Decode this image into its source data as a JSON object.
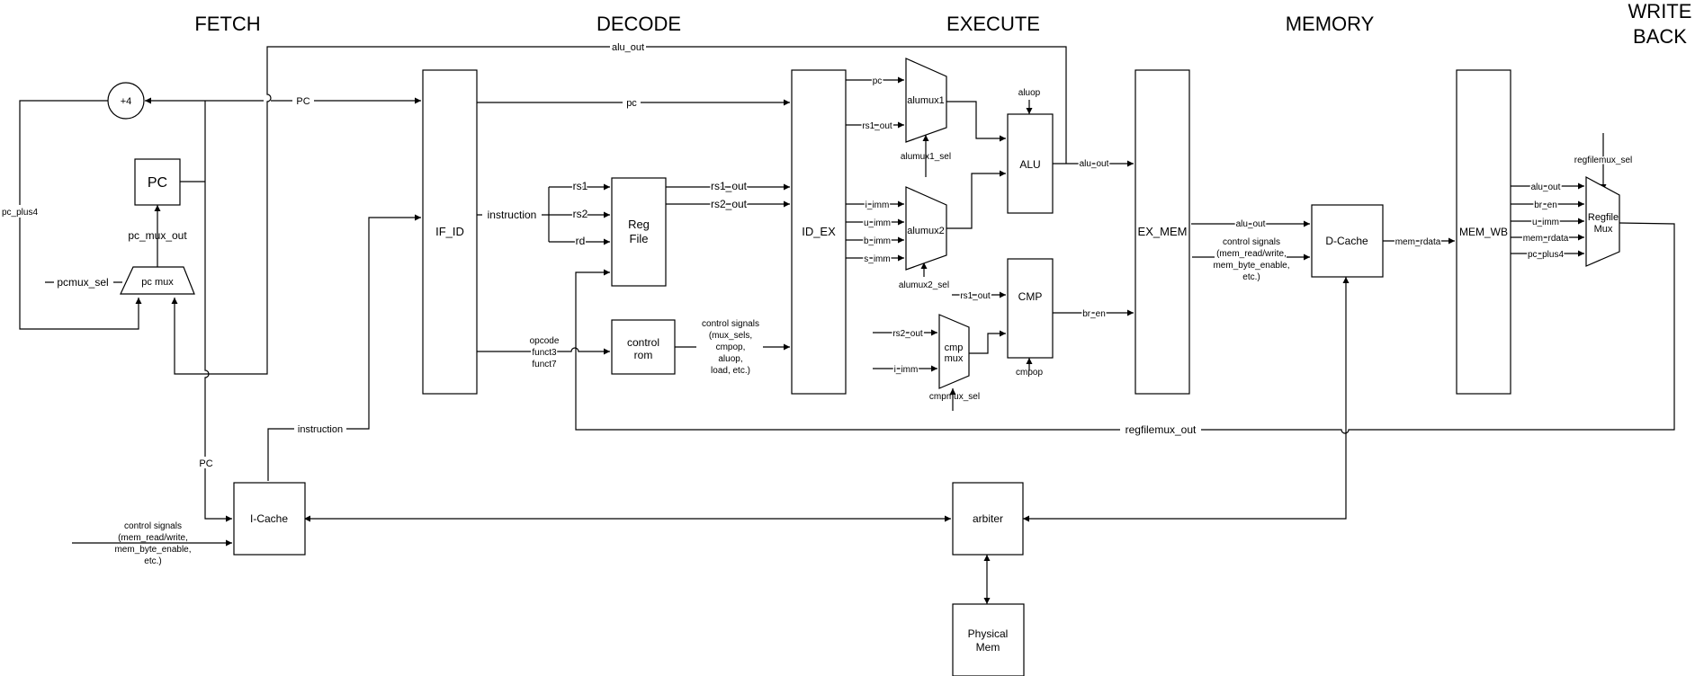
{
  "stages": {
    "fetch": "FETCH",
    "decode": "DECODE",
    "execute": "EXECUTE",
    "memory": "MEMORY",
    "writeback": [
      "WRITE",
      "BACK"
    ]
  },
  "blocks": {
    "adder": "+4",
    "pc": "PC",
    "pc_mux": "pc mux",
    "if_id": "IF_ID",
    "reg_file": [
      "Reg",
      "File"
    ],
    "control_rom": [
      "control",
      "rom"
    ],
    "id_ex": "ID_EX",
    "alumux1": "alumux1",
    "alumux2": "alumux2",
    "alu": "ALU",
    "cmp": "CMP",
    "cmp_mux": [
      "cmp",
      "mux"
    ],
    "ex_mem": "EX_MEM",
    "d_cache": "D-Cache",
    "mem_wb": "MEM_WB",
    "regfile_mux": [
      "Regfile",
      "Mux"
    ],
    "i_cache": "I-Cache",
    "arbiter": "arbiter",
    "physical_mem": [
      "Physical",
      "Mem"
    ]
  },
  "signals": {
    "alu_out_top": "alu_out",
    "pc_fetch": "PC",
    "pc_decode": "pc",
    "pc_plus4": "pc_plus4",
    "pcmux_sel": "pcmux_sel",
    "pc_mux_out": "pc_mux_out",
    "instruction": "instruction",
    "rs1": "rs1",
    "rs2": "rs2",
    "rd": "rd",
    "rs1_out": "rs1_out",
    "rs2_out": "rs2_out",
    "opcode_group": [
      "opcode",
      "funct3",
      "funct7"
    ],
    "control_signals_decode": [
      "control signals",
      "(mux_sels,",
      "cmpop,",
      "aluop,",
      "load, etc.)"
    ],
    "pc_exec": "pc",
    "rs1_out_exec": "rs1_out",
    "alumux1_sel": "alumux1_sel",
    "aluop": "aluop",
    "alu_out": "alu_out",
    "i_imm": "i_imm",
    "u_imm": "u_imm",
    "b_imm": "b_imm",
    "s_imm": "s_imm",
    "alumux2_sel": "alumux2_sel",
    "rs1_out_cmp": "rs1_out",
    "rs2_out_cmp": "rs2_out",
    "i_imm_cmp": "i_imm",
    "cmpmux_sel": "cmpmux_sel",
    "cmpop": "cmpop",
    "br_en": "br_en",
    "alu_out_mem": "alu_out",
    "control_signals_mem": [
      "control signals",
      "(mem_read/write,",
      "mem_byte_enable,",
      "etc.)"
    ],
    "mem_rdata": "mem_rdata",
    "wb_inputs": [
      "alu_out",
      "br_en",
      "u_imm",
      "mem_rdata",
      "pc_plus4"
    ],
    "regfilemux_sel": "regfilemux_sel",
    "regfilemux_out": "regfilemux_out",
    "instruction_icache": "instruction",
    "pc_icache": "PC",
    "control_signals_icache": [
      "control signals",
      "(mem_read/write,",
      "mem_byte_enable,",
      "etc.)"
    ]
  }
}
